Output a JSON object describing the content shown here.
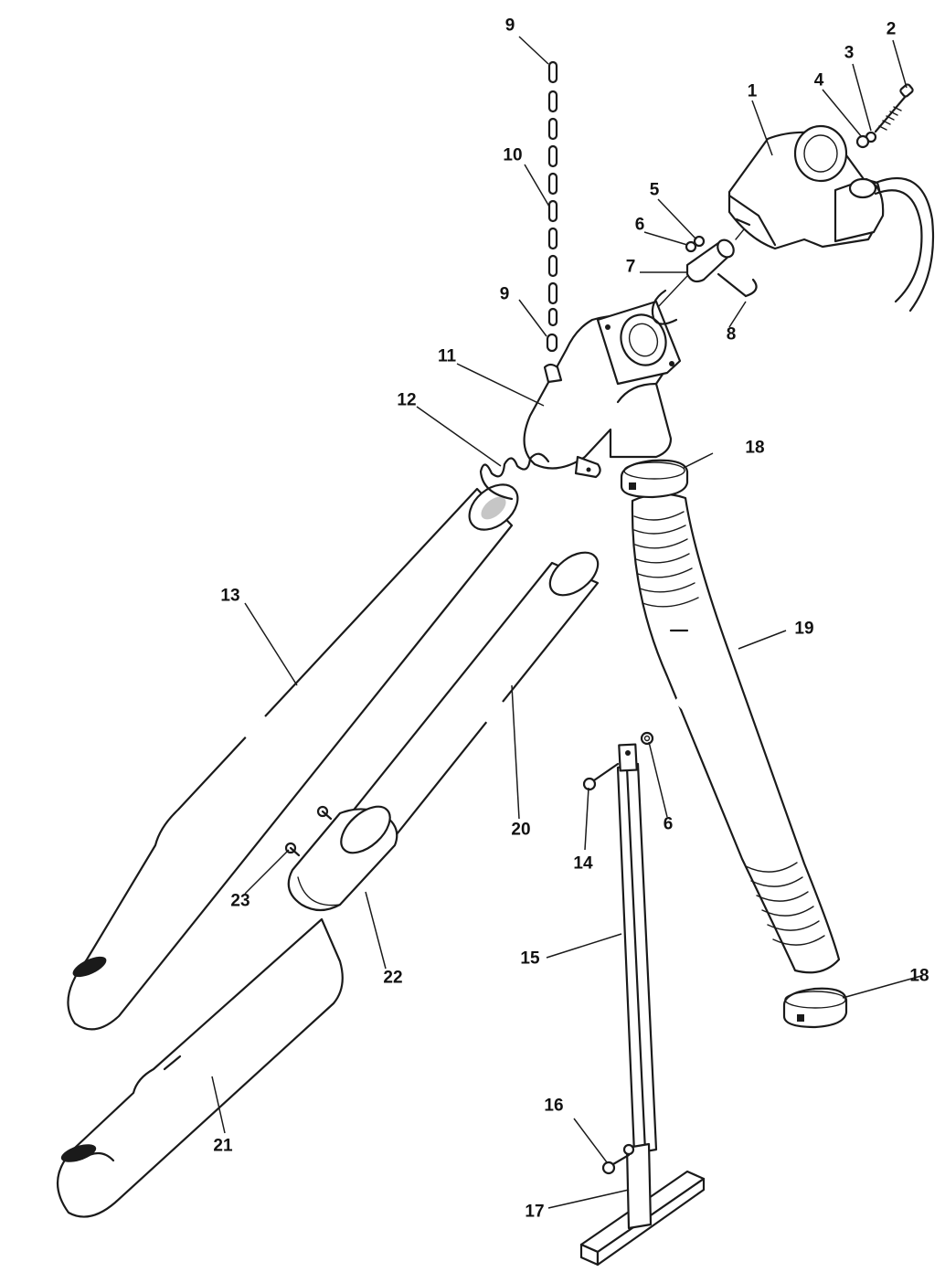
{
  "diagram": {
    "callouts": [
      {
        "id": "c1",
        "text": "1"
      },
      {
        "id": "c2",
        "text": "2"
      },
      {
        "id": "c3",
        "text": "3"
      },
      {
        "id": "c4",
        "text": "4"
      },
      {
        "id": "c5",
        "text": "5"
      },
      {
        "id": "c6a",
        "text": "6"
      },
      {
        "id": "c6b",
        "text": "6"
      },
      {
        "id": "c7",
        "text": "7"
      },
      {
        "id": "c8",
        "text": "8"
      },
      {
        "id": "c9a",
        "text": "9"
      },
      {
        "id": "c9b",
        "text": "9"
      },
      {
        "id": "c10",
        "text": "10"
      },
      {
        "id": "c11",
        "text": "11"
      },
      {
        "id": "c12",
        "text": "12"
      },
      {
        "id": "c13",
        "text": "13"
      },
      {
        "id": "c14",
        "text": "14"
      },
      {
        "id": "c15",
        "text": "15"
      },
      {
        "id": "c16",
        "text": "16"
      },
      {
        "id": "c17",
        "text": "17"
      },
      {
        "id": "c18a",
        "text": "18"
      },
      {
        "id": "c18b",
        "text": "18"
      },
      {
        "id": "c19",
        "text": "19"
      },
      {
        "id": "c20",
        "text": "20"
      },
      {
        "id": "c21",
        "text": "21"
      },
      {
        "id": "c22",
        "text": "22"
      },
      {
        "id": "c23",
        "text": "23"
      }
    ]
  }
}
